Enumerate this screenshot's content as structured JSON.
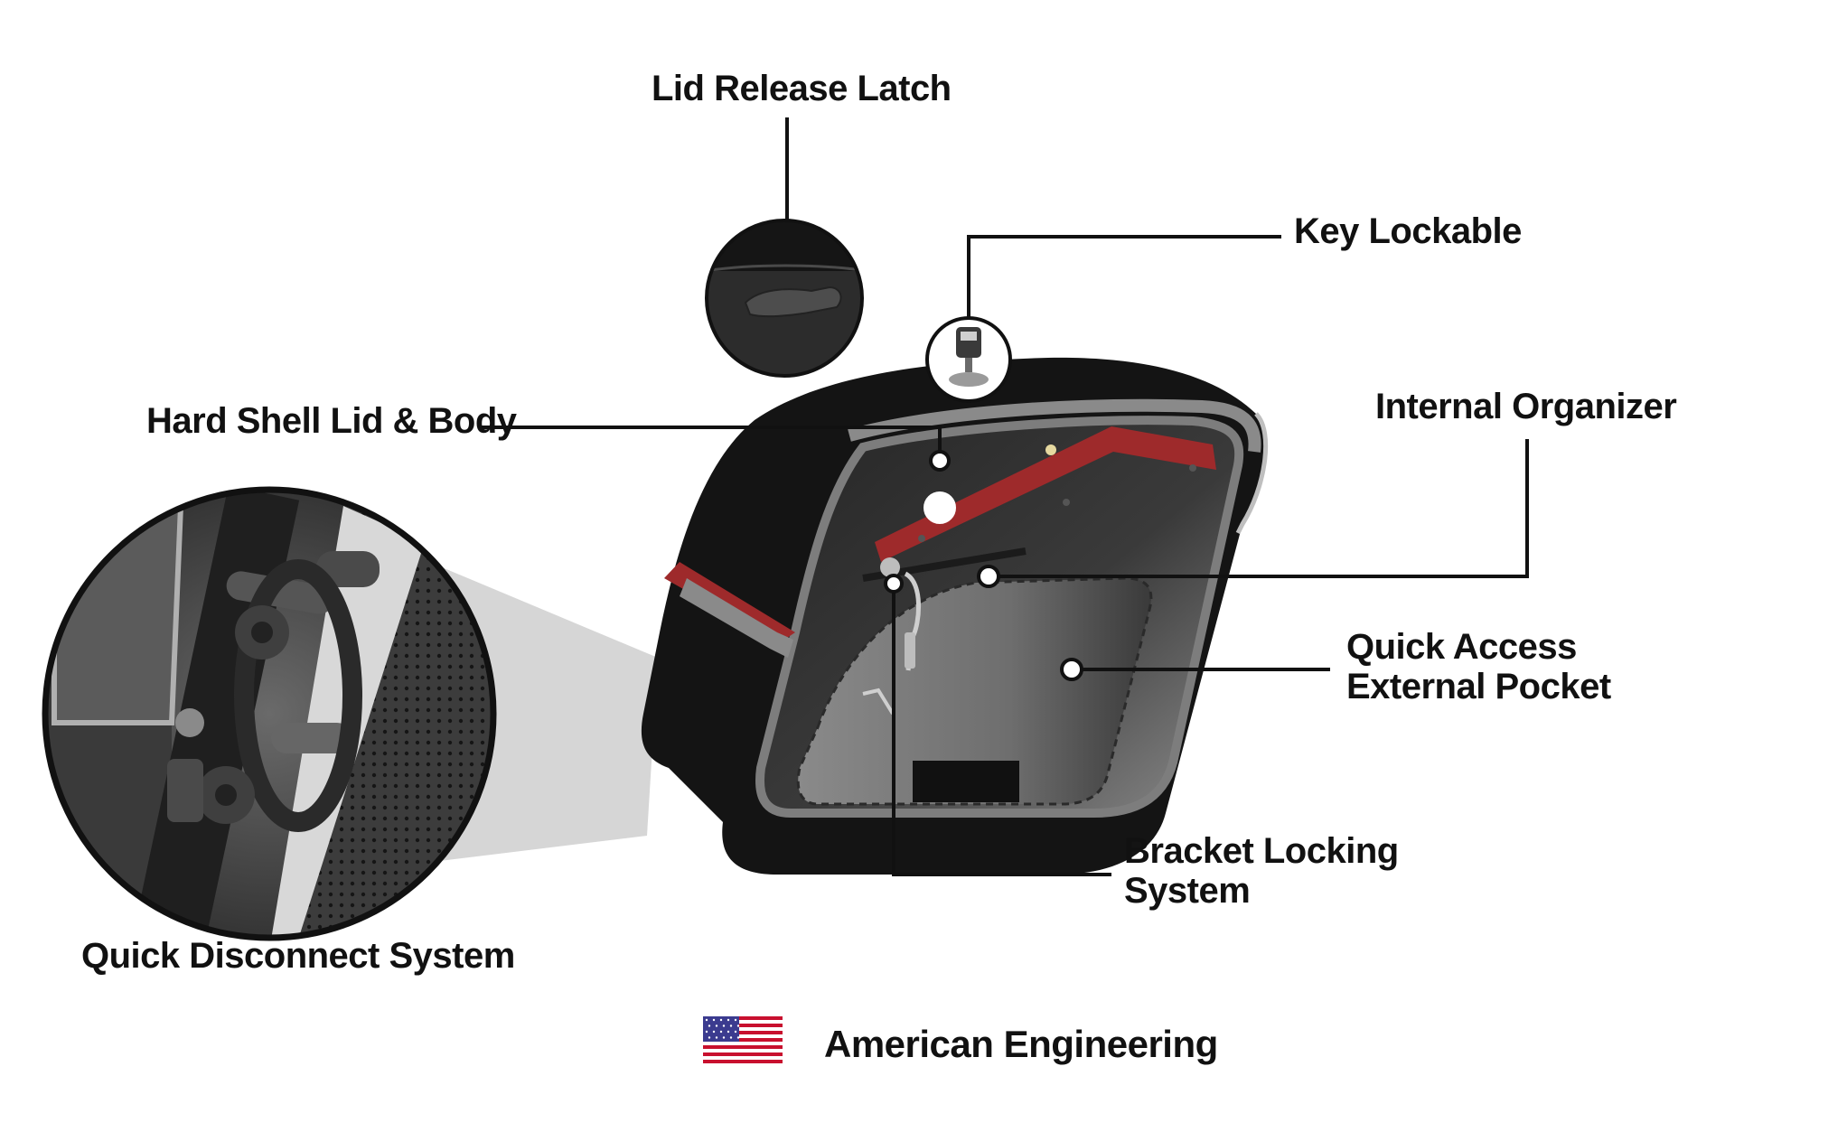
{
  "labels": {
    "lid_release_latch": "Lid Release Latch",
    "key_lockable": "Key Lockable",
    "hard_shell": "Hard Shell Lid & Body",
    "internal_organizer": "Internal Organizer",
    "quick_access": [
      "Quick Access",
      "External Pocket"
    ],
    "bracket_locking": [
      "Bracket Locking",
      "System"
    ],
    "quick_disconnect": "Quick Disconnect System",
    "american_engineering": "American Engineering"
  },
  "icons": {
    "flag": "us-flag-icon",
    "key": "key-icon",
    "latch": "latch-icon"
  },
  "colors": {
    "bag_body": "#141414",
    "accent_red": "#9e2a2b",
    "trim_gray": "#8a8a8a",
    "line": "#111111"
  }
}
